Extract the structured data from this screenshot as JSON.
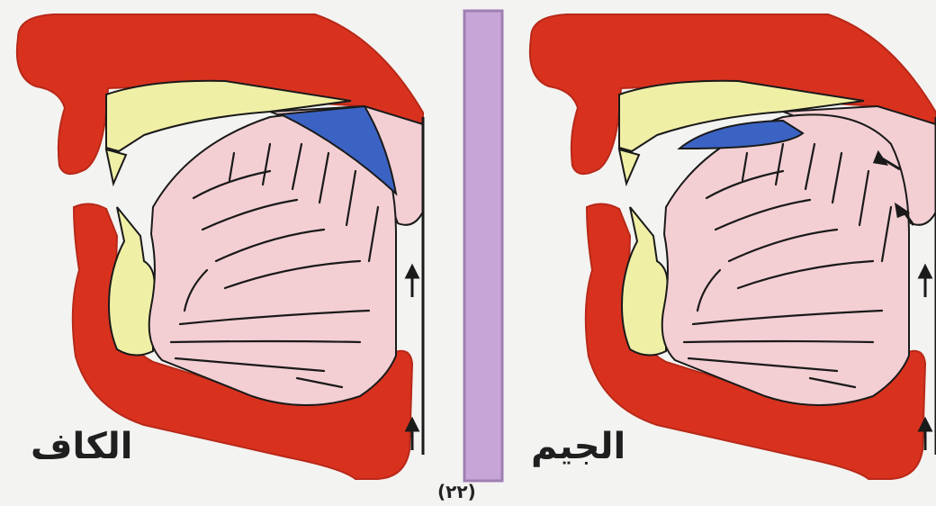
{
  "panels": [
    {
      "id": "left",
      "label": "الكاف"
    },
    {
      "id": "right",
      "label": "الجيم"
    }
  ],
  "page_number": "(٢٢)",
  "colors": {
    "background": "#f3f3f1",
    "lips_palate_red": "#d8321f",
    "teeth_yellow": "#f0efa6",
    "tongue_pink": "#f3cfd3",
    "contact_blue": "#3b63c4",
    "divider_purple": "#c7a5d6",
    "outline": "#1a1a1a"
  }
}
